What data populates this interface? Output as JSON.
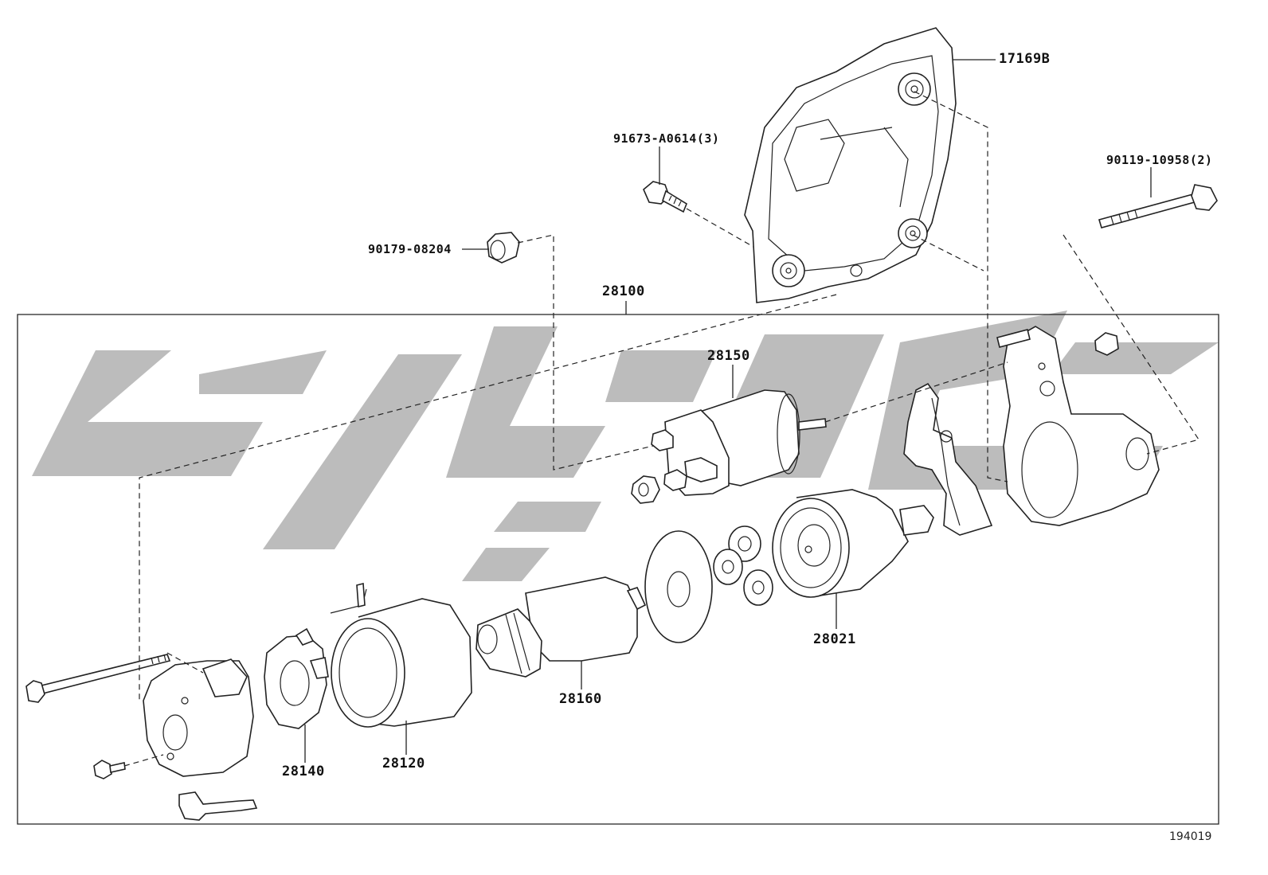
{
  "diagram": {
    "part_numbers": {
      "p17169B": "17169B",
      "p91673": "91673-A0614(3)",
      "p90119": "90119-10958(2)",
      "p90179": "90179-08204",
      "p28100": "28100",
      "p28150": "28150",
      "p28021": "28021",
      "p28160": "28160",
      "p28140": "28140",
      "p28120": "28120"
    },
    "reference_number": "194019"
  },
  "colors": {
    "line": "#222222",
    "watermark": "#b3b3b3",
    "background": "#ffffff"
  }
}
